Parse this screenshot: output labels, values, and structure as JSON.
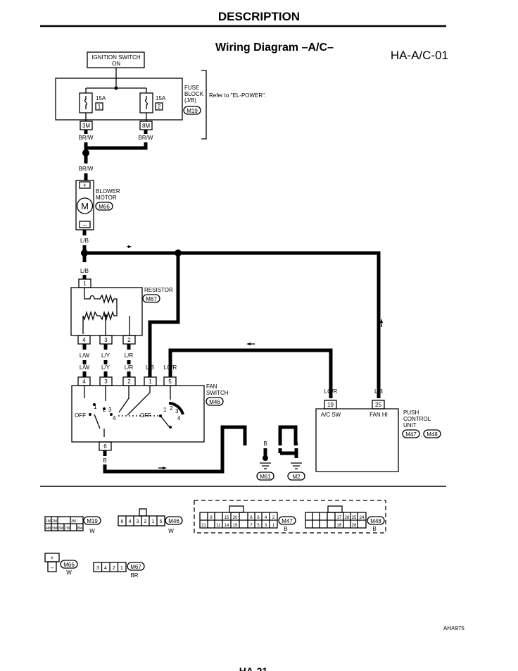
{
  "header": {
    "section_title": "DESCRIPTION",
    "diagram_title": "Wiring Diagram –A/C–",
    "diagram_code": "HA-A/C-01"
  },
  "ignition": {
    "line1": "IGNITION SWITCH",
    "line2": "ON"
  },
  "fuse_block": {
    "label_lines": [
      "FUSE",
      "BLOCK",
      "(J/B)"
    ],
    "connector": "M19",
    "note": "Refer to \"EL-POWER\".",
    "fuses": [
      {
        "amp": "15A",
        "num": "1",
        "pin": "3M",
        "wire": "BR/W"
      },
      {
        "amp": "15A",
        "num": "2",
        "pin": "8M",
        "wire": "BR/W"
      }
    ],
    "joined_wire": "BR/W"
  },
  "blower": {
    "label_lines": [
      "BLOWER",
      "MOTOR"
    ],
    "connector": "M66",
    "plus": "+",
    "minus": "–",
    "symbol": "M",
    "out_wire": "L/B",
    "to_resistor_wire": "L/B"
  },
  "resistor": {
    "label": "RESISTOR",
    "connector": "M67",
    "pin_in": "1",
    "pins_out": [
      "4",
      "3",
      "2"
    ],
    "wires": [
      "L/W",
      "L/Y",
      "L/R"
    ]
  },
  "fan_switch": {
    "label_lines": [
      "FAN",
      "SWITCH"
    ],
    "connector": "M46",
    "top_wires": [
      "L/W",
      "L/Y",
      "L/R",
      "L/B",
      "LG/R"
    ],
    "top_pins": [
      "4",
      "3",
      "2",
      "1",
      "5"
    ],
    "bottom_pin": "6",
    "bottom_wire": "B",
    "left_off": "OFF",
    "left_nums": [
      "1",
      "2",
      "3",
      "4"
    ],
    "right_off": "OFF",
    "right_nums": [
      "1",
      "2",
      "3",
      "4"
    ]
  },
  "push_control": {
    "label_lines": [
      "PUSH",
      "CONTROL",
      "UNIT"
    ],
    "connectors": [
      "M47",
      "M48"
    ],
    "sep": ",",
    "pins": [
      {
        "num": "19",
        "wire": "LG/R",
        "name": "A/C SW"
      },
      {
        "num": "25",
        "wire": "L/B",
        "name": "FAN HI"
      }
    ]
  },
  "grounds": {
    "wires": [
      "B",
      "B",
      "B"
    ],
    "labels": [
      "M61",
      "M2"
    ]
  },
  "connector_views": {
    "m19": {
      "top": [
        "1M",
        "2M",
        "3M"
      ],
      "bottom": [
        "4M",
        "5M",
        "6M",
        "7M",
        "8M"
      ],
      "name": "M19",
      "color": "W"
    },
    "m46": {
      "pins": [
        "6",
        "4",
        "3",
        "2",
        "1",
        "5"
      ],
      "name": "M46",
      "color": "W"
    },
    "m47": {
      "top": [
        "9",
        "15",
        "20",
        "8",
        "6",
        "4",
        "2"
      ],
      "bottom": [
        "21",
        "11",
        "14",
        "19",
        "7",
        "5",
        "3",
        "1"
      ],
      "name": "M47",
      "color": "B"
    },
    "m48": {
      "top": [
        "17",
        "28",
        "25",
        "24"
      ],
      "bottom": [
        "16",
        "26"
      ],
      "name": "M48",
      "color": "B"
    },
    "m66": {
      "plus": "+",
      "minus": "–",
      "name": "M66",
      "color": "W"
    },
    "m67": {
      "pins": [
        "3",
        "4",
        "2",
        "1"
      ],
      "name": "M67",
      "color": "BR"
    }
  },
  "footer": {
    "code": "AHA975",
    "page_fragment": "HA-21"
  }
}
